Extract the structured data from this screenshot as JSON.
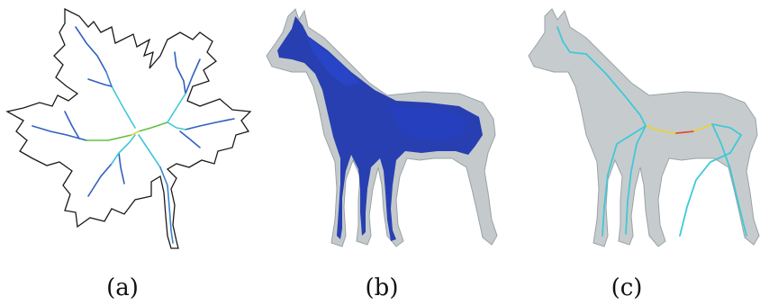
{
  "captions": {
    "a": "(a)",
    "b": "(b)",
    "c": "(c)"
  },
  "colors": {
    "outline": "#1a1a1a",
    "skeleton_blue": "#3060c0",
    "skeleton_cyan": "#40c8d8",
    "skeleton_green": "#60c040",
    "skeleton_yellow": "#e8d040",
    "skeleton_red": "#e05030",
    "horse_gray": "#b8bec0",
    "horse_blue": "#1a33b0"
  },
  "figures": {
    "a": "leaf-skeleton",
    "b": "horse-medial-volume",
    "c": "horse-curve-skeleton"
  }
}
